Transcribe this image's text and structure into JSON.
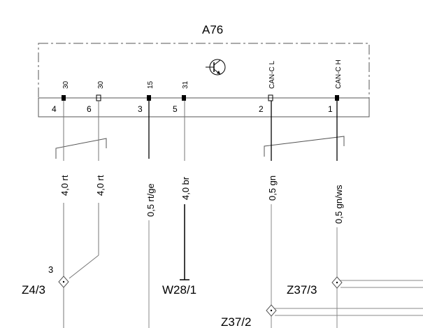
{
  "component": {
    "id": "A76",
    "pins": [
      {
        "signal": "30",
        "number": "4"
      },
      {
        "signal": "30",
        "number": "6"
      },
      {
        "signal": "15",
        "number": "3"
      },
      {
        "signal": "31",
        "number": "5"
      },
      {
        "signal": "CAN-C L",
        "number": "2"
      },
      {
        "signal": "CAN-C H",
        "number": "1"
      }
    ]
  },
  "wires": [
    {
      "spec": "4,0 rt"
    },
    {
      "spec": "4,0 rt"
    },
    {
      "spec": "0,5 rt/ge"
    },
    {
      "spec": "4,0 br"
    },
    {
      "spec": "0,5 gn"
    },
    {
      "spec": "0,5 gn/ws"
    }
  ],
  "connectors": {
    "z4_3": {
      "label": "Z4/3",
      "pin_label": "3"
    },
    "w28_1": {
      "label": "W28/1"
    },
    "z37_3": {
      "label": "Z37/3"
    },
    "z37_2": {
      "label": "Z37/2"
    }
  }
}
